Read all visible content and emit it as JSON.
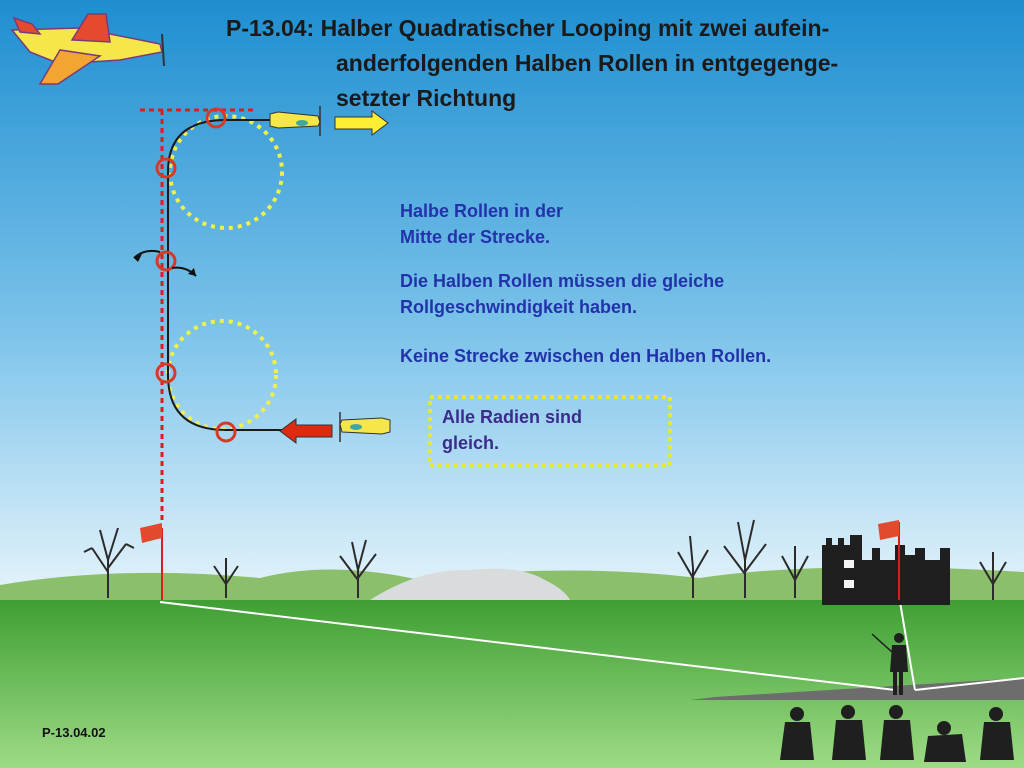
{
  "title": {
    "line1": "P-13.04: Halber Quadratischer Looping mit zwei aufein-",
    "line2": "anderfolgenden Halben Rollen in entgegenge-",
    "line3": "setzter Richtung"
  },
  "notes": {
    "n1_line1": "Halbe Rollen in der",
    "n1_line2": "Mitte der Strecke.",
    "n2_line1": "Die Halben  Rollen müssen die gleiche",
    "n2_line2": "Rollgeschwindigkeit haben.",
    "n3": "Keine Strecke zwischen den Halben Rollen.",
    "box_line1": "Alle Radien sind",
    "box_line2": "gleich."
  },
  "footer": {
    "code": "P-13.04.02"
  },
  "colors": {
    "sky_top": "#1e8ed0",
    "sky_bottom": "#d7eef8",
    "grass": "#4cae3a",
    "grass_light": "#8fd27a",
    "note_blue": "#2233aa",
    "box_text": "#3a2b8c",
    "dotted_yellow": "#f0f04a",
    "marker_red": "#d63a25",
    "path_red": "#d62020",
    "arrow_yellow": "#ffee33",
    "arrow_red": "#dd2a10",
    "plane_yellow": "#f5e64a"
  },
  "icons": [
    "plane-logo-icon",
    "airplane-icon",
    "roll-arrow-icon",
    "flag-icon",
    "tree-icon",
    "castle-icon",
    "pilot-silhouette-icon",
    "judge-silhouette-icon"
  ]
}
